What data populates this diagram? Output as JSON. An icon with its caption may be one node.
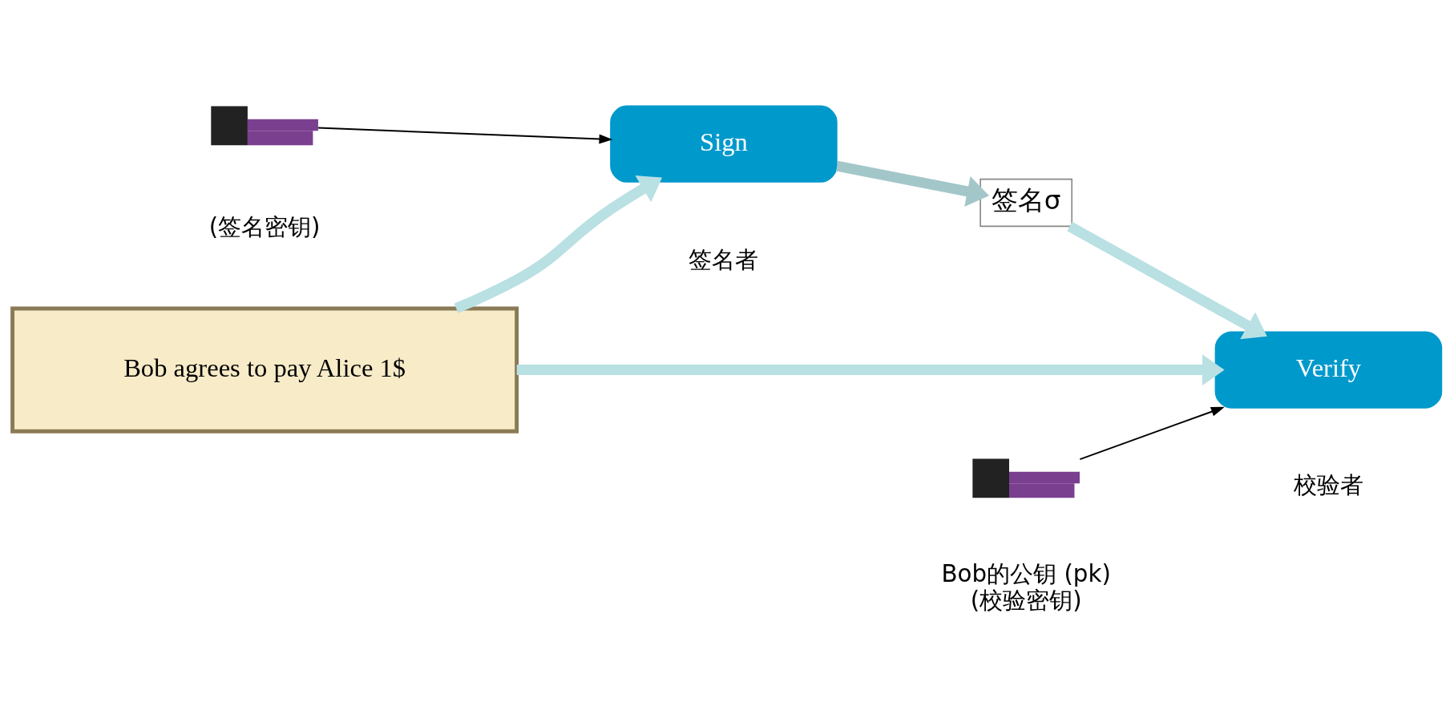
{
  "diagram": {
    "nodes": [
      {
        "text": [
          "Bob agrees to pay Alice 1$"
        ]
      },
      {
        "text": [
          "签名σ"
        ]
      },
      {
        "text": [
          "Sign"
        ],
        "beside": [
          "签名者"
        ]
      },
      {
        "text": [
          "Verify"
        ],
        "beside": [
          "校验者"
        ]
      },
      {
        "text": [],
        "shape": "picture",
        "beside": [
          "(签名密钥)"
        ]
      },
      {
        "text": [],
        "shape": "picture",
        "beside": [
          "Bob的公钥 (pk)",
          "(校验密钥)"
        ]
      }
    ],
    "edges": [
      {
        "from": 0,
        "to": 2,
        "arrow": "to"
      },
      {
        "from": 2,
        "to": 1,
        "arrow": "to",
        "color": "#a3c7c9"
      },
      {
        "from": 0,
        "to": 3,
        "arrow": "to"
      },
      {
        "from": 1,
        "to": 3,
        "arrow": "to"
      },
      {
        "from": 4,
        "to": 2,
        "arrow": "to",
        "color": "#000000"
      },
      {
        "from": 5,
        "to": 3,
        "arrow": "to",
        "color": "#000000"
      }
    ]
  }
}
